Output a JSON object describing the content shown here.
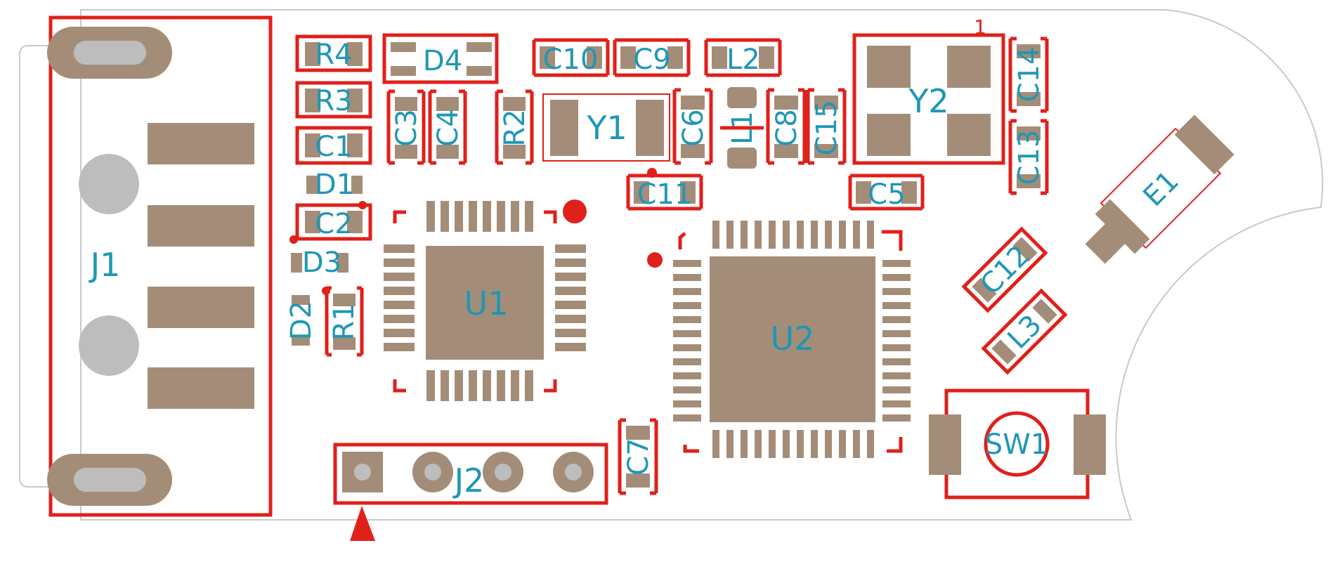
{
  "board": {
    "colors": {
      "silkscreen": "#e0201a",
      "pad": "#a48d78",
      "designator": "#1f97b5",
      "hole": "#bdbdbd",
      "outline": "#c9c9c9",
      "background": "#ffffff"
    },
    "pin1_marker": "1",
    "components": {
      "J1": "J1",
      "J2": "J2",
      "U1": "U1",
      "U2": "U2",
      "Y1": "Y1",
      "Y2": "Y2",
      "E1": "E1",
      "SW1": "SW1",
      "D1": "D1",
      "D2": "D2",
      "D3": "D3",
      "D4": "D4",
      "R1": "R1",
      "R2": "R2",
      "R3": "R3",
      "R4": "R4",
      "C1": "C1",
      "C2": "C2",
      "C3": "C3",
      "C4": "C4",
      "C5": "C5",
      "C6": "C6",
      "C7": "C7",
      "C8": "C8",
      "C9": "C9",
      "C10": "C10",
      "C11": "C11",
      "C12": "C12",
      "C13": "C13",
      "C14": "C14",
      "C15": "C15",
      "L1": "L1",
      "L2": "L2",
      "L3": "L3"
    }
  }
}
